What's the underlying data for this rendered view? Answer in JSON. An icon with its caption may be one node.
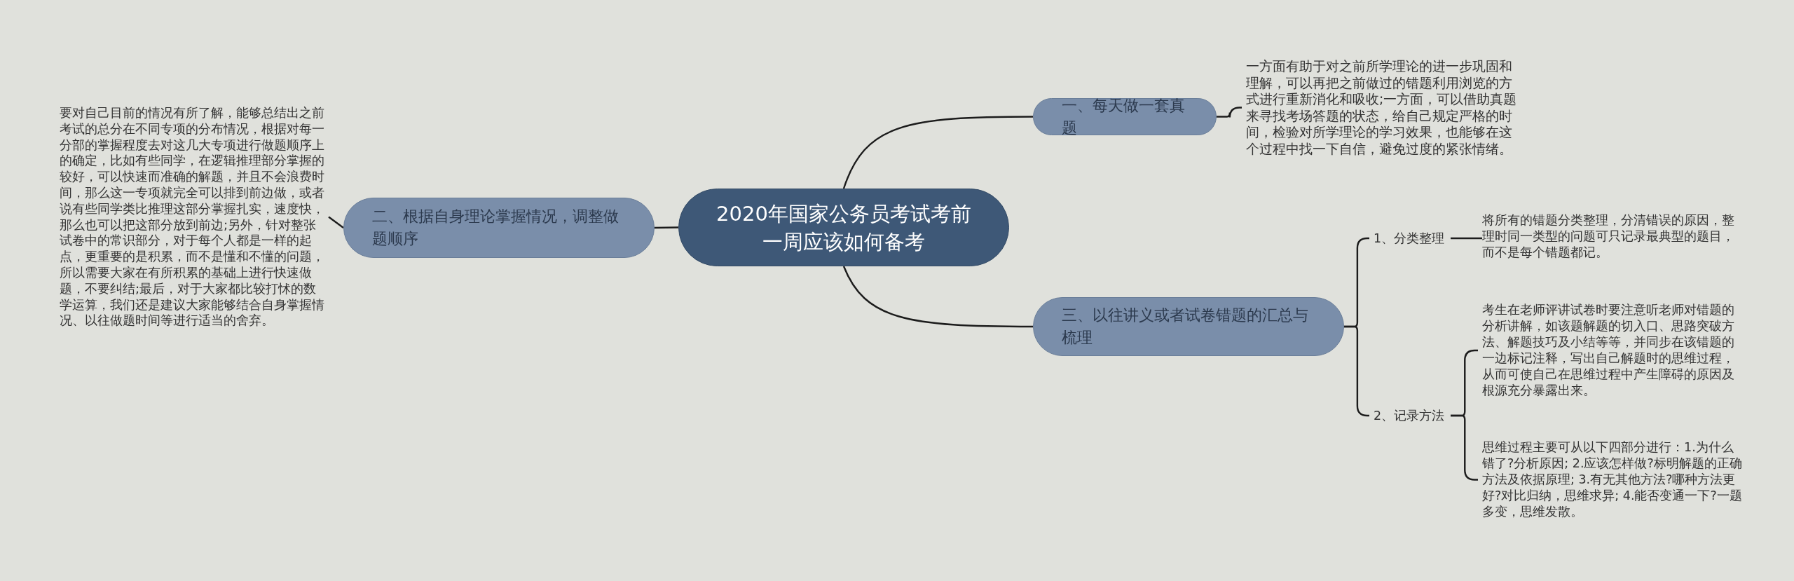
{
  "diagram": {
    "nodes": [
      {
        "text": [
          "2020年国家公务员考试考前一周应该如何备考"
        ]
      },
      {
        "text": [
          "一、每天做一套真题"
        ]
      },
      {
        "text": [
          "一方面有助于对之前所学理论的进一步巩固和理解，可以再把之前做过的错题利用浏览的方式进行重新消化和吸收;一方面，可以借助真题来寻找考场答题的状态，给自己规定严格的时间，检验对所学理论的学习效果，也能够在这个过程中找一下自信，避免过度的紧张情绪。"
        ]
      },
      {
        "text": [
          "二、根据自身理论掌握情况，调整做题顺序"
        ]
      },
      {
        "text": [
          "要对自己目前的情况有所了解，能够总结出之前考试的总分在不同专项的分布情况，根据对每一分部的掌握程度去对这几大专项进行做题顺序上的确定，比如有些同学，在逻辑推理部分掌握的较好，可以快速而准确的解题，并且不会浪费时间，那么这一专项就完全可以排到前边做，或者说有些同学类比推理这部分掌握扎实，速度快，那么也可以把这部分放到前边;另外，针对整张试卷中的常识部分，对于每个人都是一样的起点，更重要的是积累，而不是懂和不懂的问题，所以需要大家在有所积累的基础上进行快速做题，不要纠结;最后，对于大家都比较打怵的数学运算，我们还是建议大家能够结合自身掌握情况、以往做题时间等进行适当的舍弃。"
        ]
      },
      {
        "text": [
          "三、以往讲义或者试卷错题的汇总与梳理"
        ]
      },
      {
        "text": [
          "1、分类整理"
        ]
      },
      {
        "text": [
          "将所有的错题分类整理，分清错误的原因，整理时同一类型的问题可只记录最典型的题目，而不是每个错题都记。"
        ]
      },
      {
        "text": [
          "2、记录方法"
        ]
      },
      {
        "text": [
          "考生在老师评讲试卷时要注意听老师对错题的分析讲解，如该题解题的切入口、思路突破方法、解题技巧及小结等等，并同步在该错题的一边标记注释，写出自己解题时的思维过程，从而可使自己在思维过程中产生障碍的原因及根源充分暴露出来。"
        ]
      },
      {
        "text": [
          "思维过程主要可从以下四部分进行：1.为什么错了?分析原因; 2.应该怎样做?标明解题的正确方法及依据原理; 3.有无其他方法?哪种方法更好?对比归纳，思维求异; 4.能否变通一下?一题多变，思维发散。"
        ]
      }
    ],
    "edges": [
      {
        "from": 0,
        "to": 1,
        "arrow": "none"
      },
      {
        "from": 1,
        "to": 2,
        "arrow": "none"
      },
      {
        "from": 0,
        "to": 3,
        "arrow": "none"
      },
      {
        "from": 3,
        "to": 4,
        "arrow": "none"
      },
      {
        "from": 0,
        "to": 5,
        "arrow": "none"
      },
      {
        "from": 5,
        "to": 6,
        "arrow": "none"
      },
      {
        "from": 6,
        "to": 7,
        "arrow": "none"
      },
      {
        "from": 5,
        "to": 8,
        "arrow": "none"
      },
      {
        "from": 8,
        "to": 9,
        "arrow": "none"
      },
      {
        "from": 8,
        "to": 10,
        "arrow": "none"
      }
    ]
  }
}
